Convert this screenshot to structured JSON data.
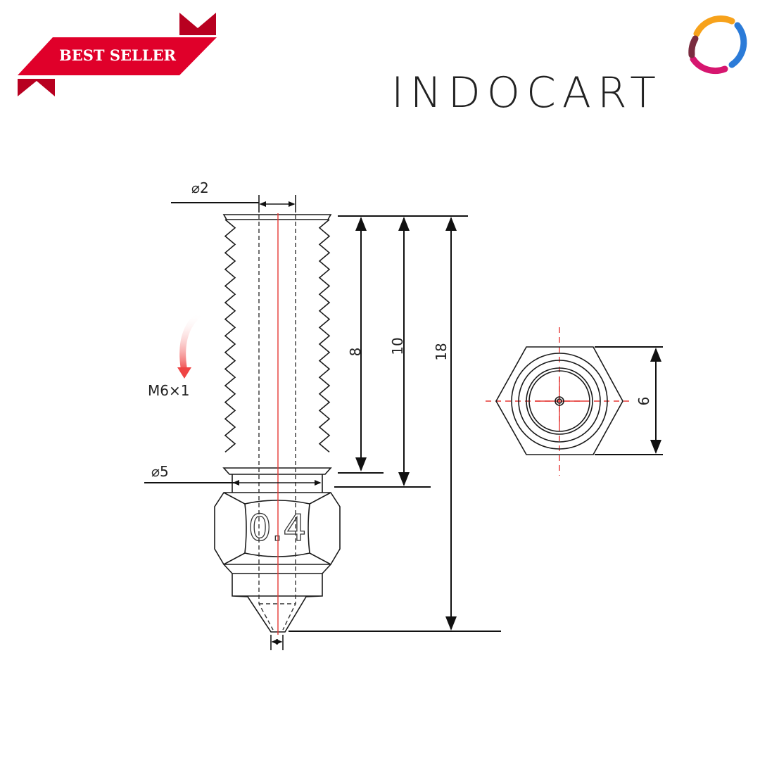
{
  "badge": {
    "label": "BEST SELLER",
    "color": "#e0002a",
    "fold_color": "#b80020"
  },
  "logo": {
    "brand": "INDOCART"
  },
  "side_view": {
    "bore_diameter": "⌀2",
    "thread_spec": "M6×1",
    "shank_diameter": "⌀5",
    "nozzle_size": "0.4",
    "thread_length": "8",
    "total_to_hex": "10",
    "overall_length": "18"
  },
  "end_view": {
    "hex_size": "6"
  },
  "colors": {
    "centerline": "#e53935",
    "arrow": "#ef4444"
  }
}
